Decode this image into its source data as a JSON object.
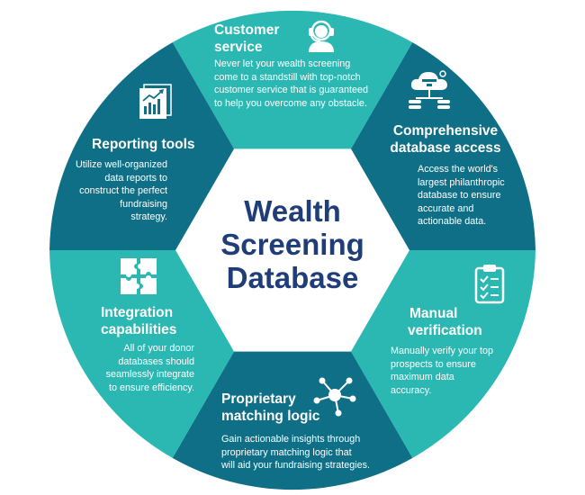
{
  "center": {
    "lines": [
      "Wealth",
      "Screening",
      "Database"
    ]
  },
  "segments": [
    {
      "title": [
        "Customer",
        "service"
      ],
      "description": [
        "Never let your wealth screening",
        "come to a standstill with top-notch",
        "customer service that is guaranteed",
        "to help you overcome any obstacle."
      ],
      "icon": "headset-icon",
      "color": "#2bb8b3"
    },
    {
      "title": [
        "Comprehensive",
        "database access"
      ],
      "description": [
        "Access the world's",
        "largest philanthropic",
        "database to ensure",
        "accurate and",
        "actionable data."
      ],
      "icon": "cloud-database-icon",
      "color": "#0f6f86"
    },
    {
      "title": [
        "Manual",
        "verification"
      ],
      "description": [
        "Manually verify your top",
        "prospects to ensure",
        "maximum data",
        "accuracy."
      ],
      "icon": "clipboard-checklist-icon",
      "color": "#2bb8b3"
    },
    {
      "title": [
        "Proprietary",
        "matching logic"
      ],
      "description": [
        "Gain actionable insights through",
        "proprietary matching logic that",
        "will aid your fundraising strategies."
      ],
      "icon": "network-node-icon",
      "color": "#0f6f86"
    },
    {
      "title": [
        "Integration",
        "capabilities"
      ],
      "description": [
        "All of your donor",
        "databases should",
        "seamlessly integrate",
        "to ensure efficiency."
      ],
      "icon": "puzzle-icon",
      "color": "#2bb8b3"
    },
    {
      "title": [
        "Reporting tools"
      ],
      "description": [
        "Utilize well-organized",
        "data reports to",
        "construct the perfect",
        "fundraising",
        "strategy."
      ],
      "icon": "report-chart-icon",
      "color": "#0f6f86"
    }
  ],
  "colors": {
    "teal": "#2bb8b3",
    "dark_teal": "#0f6f86",
    "navy": "#1f3d78",
    "white": "#ffffff"
  }
}
